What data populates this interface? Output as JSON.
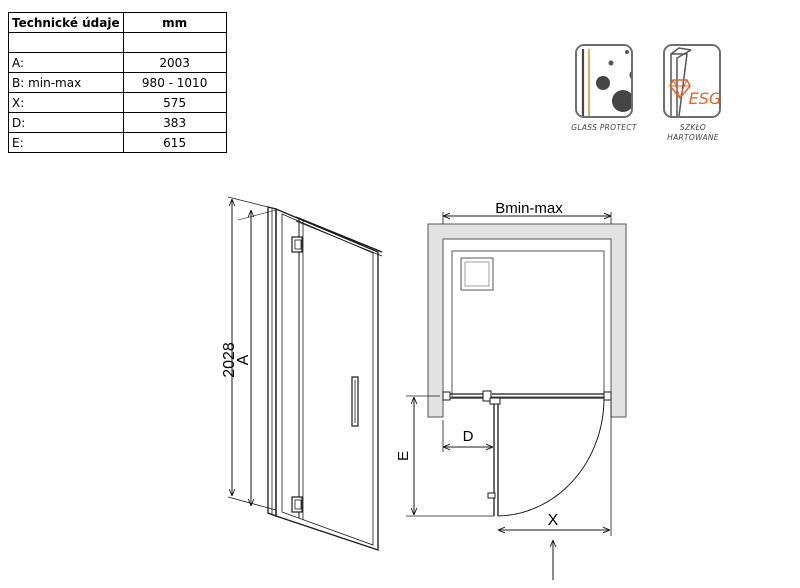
{
  "spec_table": {
    "header": {
      "label": "Technické údaje",
      "unit": "mm"
    },
    "rows": [
      {
        "label": "",
        "value": ""
      },
      {
        "label": "A:",
        "value": "2003"
      },
      {
        "label": "B: min-max",
        "value": "980 - 1010"
      },
      {
        "label": "X:",
        "value": "575"
      },
      {
        "label": "D:",
        "value": "383"
      },
      {
        "label": "E:",
        "value": "615"
      }
    ]
  },
  "badges": [
    {
      "caption_lines": [
        "GLASS PROTECT"
      ],
      "icon": "glass-protect-icon"
    },
    {
      "logo_text": "ESG",
      "caption_lines": [
        "SZKŁO",
        "HARTOWANE"
      ],
      "icon": "esg-tempered-glass-icon",
      "accent_color": "#e8602c"
    }
  ],
  "front_view": {
    "height_label": "2028",
    "a_label": "A"
  },
  "top_view": {
    "b_label": "Bmin-max",
    "d_label": "D",
    "e_label": "E",
    "x_label": "X"
  },
  "colors": {
    "line": "#1a1a1a",
    "wall_fill": "#e2e2e2",
    "tray_line": "#555555",
    "badge_border": "#6e6e6e",
    "esg_orange": "#e8602c"
  }
}
